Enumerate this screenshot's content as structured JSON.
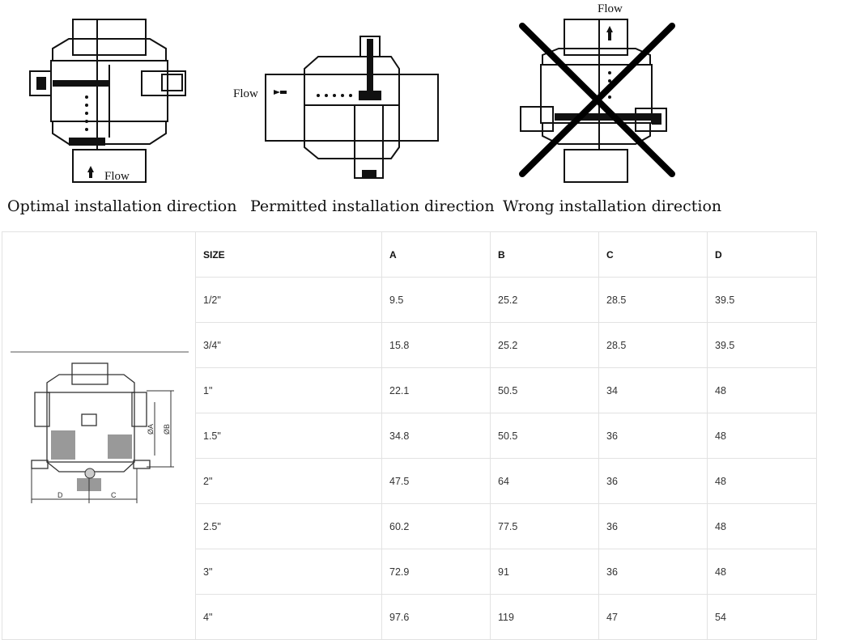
{
  "installation": {
    "optimal": {
      "caption": "Optimal installation direction",
      "flow_label": "Flow"
    },
    "permitted": {
      "caption": "Permitted installation direction",
      "flow_label": "Flow"
    },
    "wrong": {
      "caption": "Wrong installation direction",
      "flow_label": "Flow"
    }
  },
  "dimension_drawing": {
    "labels": {
      "a": "ØA",
      "b": "ØB",
      "c": "C",
      "d": "D"
    }
  },
  "table": {
    "headers": [
      "SIZE",
      "A",
      "B",
      "C",
      "D"
    ],
    "rows": [
      [
        "1/2\"",
        "9.5",
        "25.2",
        "28.5",
        "39.5"
      ],
      [
        "3/4\"",
        "15.8",
        "25.2",
        "28.5",
        "39.5"
      ],
      [
        "1\"",
        "22.1",
        "50.5",
        "34",
        "48"
      ],
      [
        "1.5\"",
        "34.8",
        "50.5",
        "36",
        "48"
      ],
      [
        "2\"",
        "47.5",
        "64",
        "36",
        "48"
      ],
      [
        "2.5\"",
        "60.2",
        "77.5",
        "36",
        "48"
      ],
      [
        "3\"",
        "72.9",
        "91",
        "36",
        "48"
      ],
      [
        "4\"",
        "97.6",
        "119",
        "47",
        "54"
      ]
    ]
  }
}
